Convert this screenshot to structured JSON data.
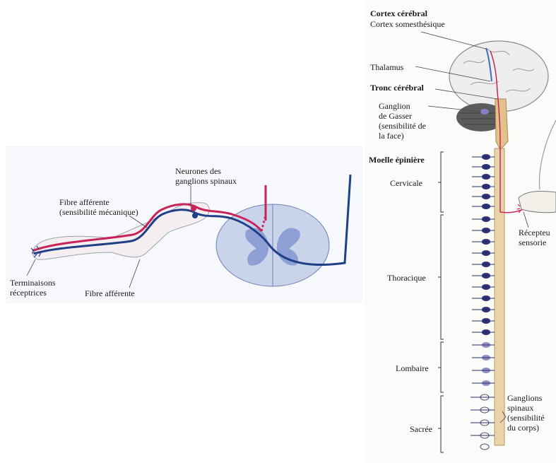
{
  "left_diagram": {
    "neurones_ganglions": "Neurones des\nganglions spinaux",
    "fibre_afferente_meca": "Fibre afférente\n(sensibilité mécanique)",
    "terminaisons": "Terminaisons\nréceptrices",
    "fibre_afferente": "Fibre afférente"
  },
  "right_diagram": {
    "cortex_cerebral": "Cortex cérébral",
    "cortex_somesthesique": "Cortex somesthésique",
    "thalamus": "Thalamus",
    "tronc_cerebral": "Tronc cérébral",
    "ganglion_gasser": "Ganglion\nde Gasser\n(sensibilité de\nla face)",
    "moelle_epiniere": "Moelle épinière",
    "cervicale": "Cervicale",
    "thoracique": "Thoracique",
    "lombaire": "Lombaire",
    "sacree": "Sacrée",
    "recepteurs": "Récepteu\nsensorie",
    "ganglions_spinaux": "Ganglions\nspinaux\n(sensibilité\ndu corps)"
  },
  "colors": {
    "red_fiber": "#c8245a",
    "blue_fiber": "#1f3f86",
    "spinal_cord_fill": "#c9d3ea",
    "gray_matter": "#8e9fd6",
    "skin_fill": "#f4eef0",
    "brain_fill": "#eeeeee",
    "cerebellum": "#5c5c5c",
    "ganglion_dark": "#2b2f74",
    "ganglion_light": "#8d92c6",
    "column_fill": "#e9d3a9"
  }
}
